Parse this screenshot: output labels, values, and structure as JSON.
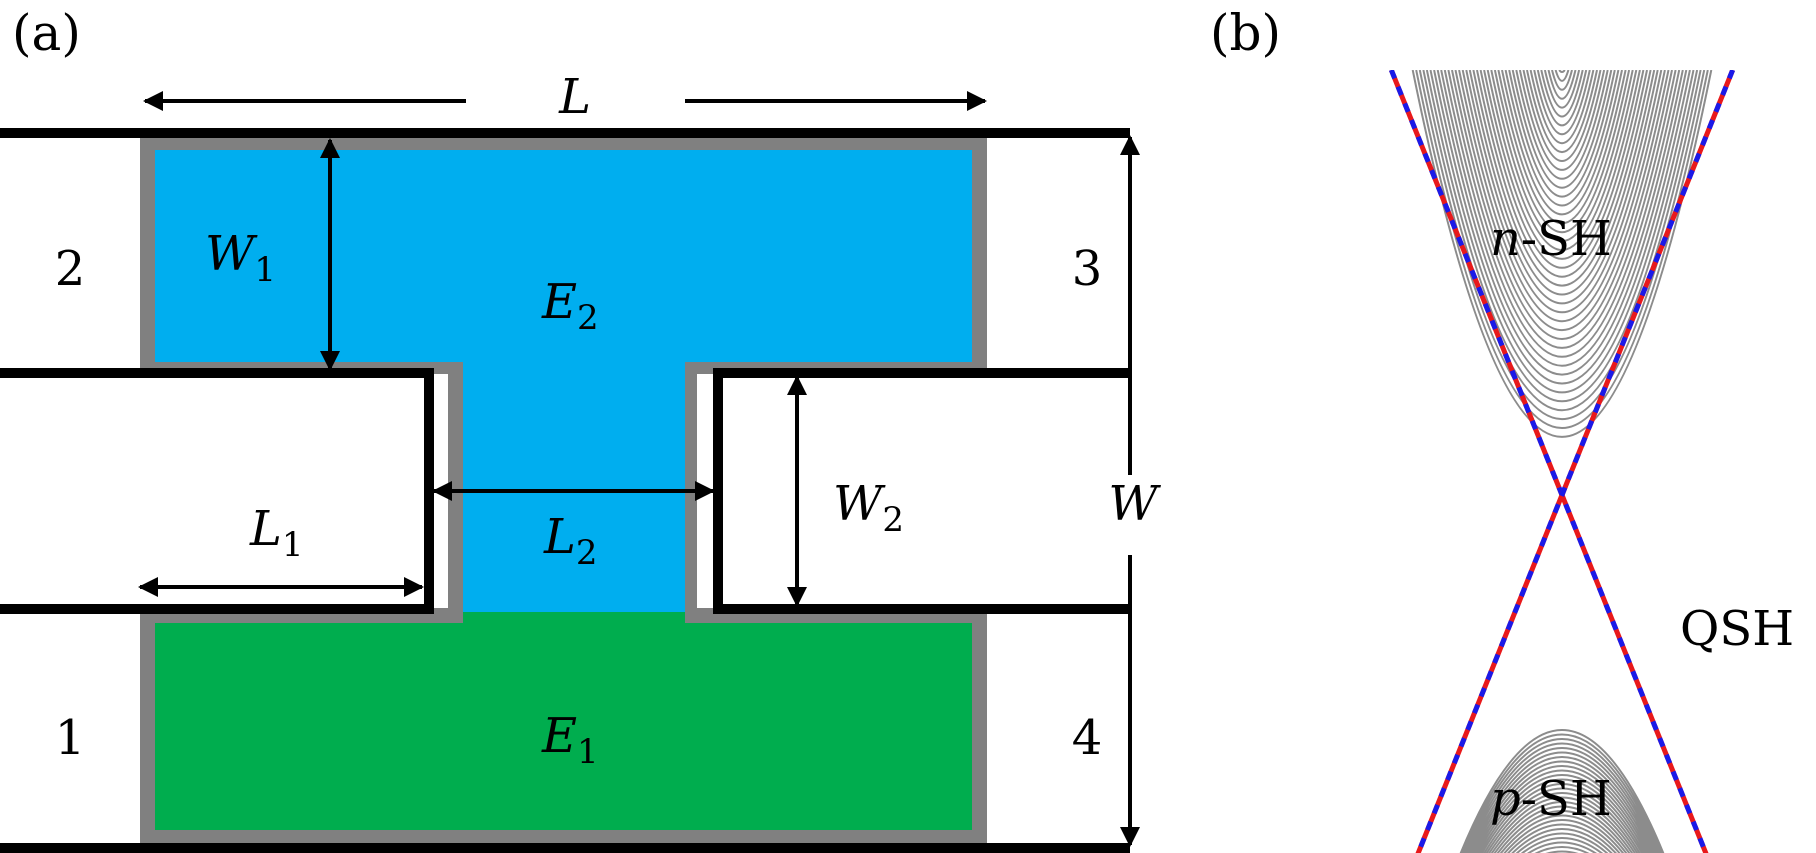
{
  "panel_a": {
    "label": "(a)",
    "length_label": "L",
    "width_label": "W",
    "upper_width_label": "W",
    "upper_width_sub": "1",
    "neck_width_label": "W",
    "neck_width_sub": "2",
    "arm_length_label": "L",
    "arm_length_sub": "1",
    "neck_length_label": "L",
    "neck_length_sub": "2",
    "upper_energy_label": "E",
    "upper_energy_sub": "2",
    "lower_energy_label": "E",
    "lower_energy_sub": "1",
    "lead_1": "1",
    "lead_2": "2",
    "lead_3": "3",
    "lead_4": "4",
    "colors": {
      "upper_region": "#00AEEF",
      "lower_region": "#00AD4E",
      "border": "#808080",
      "wall": "#000000"
    }
  },
  "panel_b": {
    "label": "(b)",
    "n_sh_prefix": "n",
    "n_sh_suffix": "-SH",
    "p_sh_prefix": "p",
    "p_sh_suffix": "-SH",
    "qsh_label": "QSH",
    "colors": {
      "bulk_bands": "#8c8c8c",
      "edge_state_a": "#e8191b",
      "edge_state_b": "#1a1ae8"
    }
  }
}
